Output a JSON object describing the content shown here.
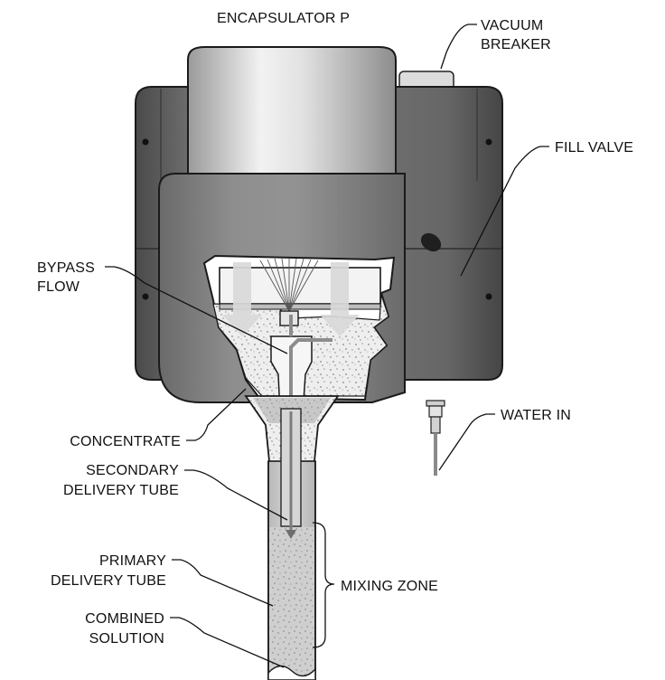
{
  "title": "ENCAPSULATOR P",
  "labels": {
    "vacuum_breaker": [
      "VACUUM",
      "BREAKER"
    ],
    "fill_valve": "FILL VALVE",
    "bypass_flow": [
      "BYPASS",
      "FLOW"
    ],
    "concentrate": "CONCENTRATE",
    "water_in": "WATER IN",
    "secondary_delivery_tube": [
      "SECONDARY",
      "DELIVERY TUBE"
    ],
    "primary_delivery_tube": [
      "PRIMARY",
      "DELIVERY TUBE"
    ],
    "mixing_zone": "MIXING ZONE",
    "combined_solution": [
      "COMBINED",
      "SOLUTION"
    ]
  }
}
